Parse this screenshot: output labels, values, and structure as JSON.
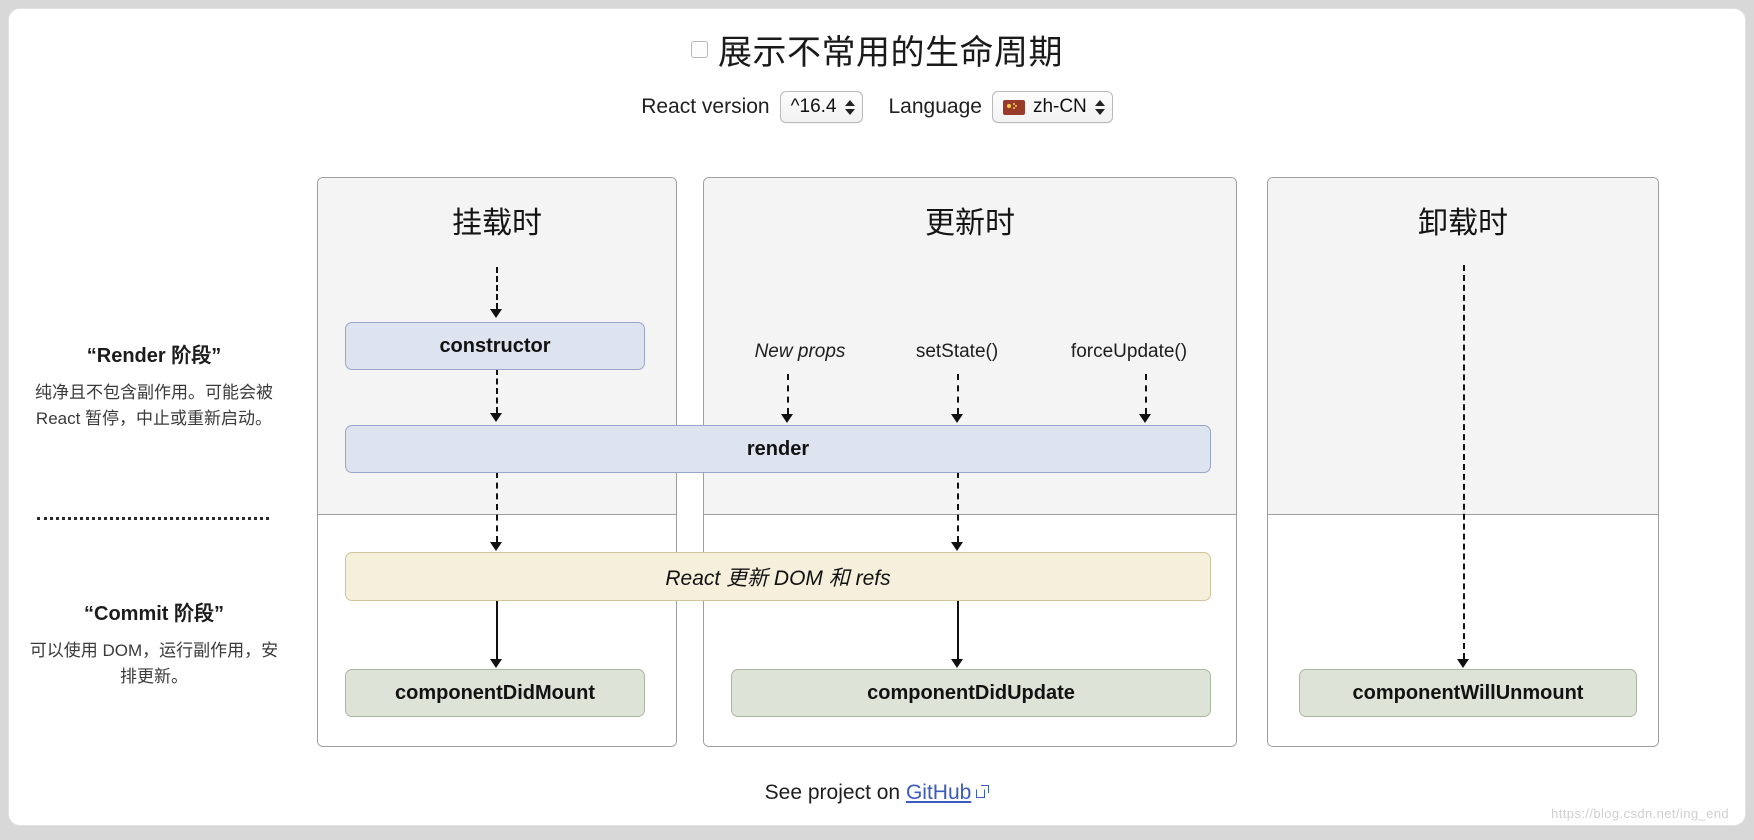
{
  "header": {
    "checkbox_label": "展示不常用的生命周期",
    "checkbox_checked": false,
    "react_version_label": "React version",
    "react_version_value": "^16.4",
    "language_label": "Language",
    "language_value": "zh-CN",
    "language_flag_icon": "cn-flag-icon"
  },
  "phases": [
    {
      "title": "“Render 阶段”",
      "description": "纯净且不包含副作用。可能会被 React 暂停，中止或重新启动。"
    },
    {
      "title": "“Commit 阶段”",
      "description": "可以使用 DOM，运行副作用，安排更新。"
    }
  ],
  "columns": [
    {
      "key": "mount",
      "heading": "挂载时"
    },
    {
      "key": "update",
      "heading": "更新时"
    },
    {
      "key": "unmount",
      "heading": "卸载时"
    }
  ],
  "triggers": [
    {
      "label": "New props",
      "italic": true
    },
    {
      "label": "setState()",
      "italic": false
    },
    {
      "label": "forceUpdate()",
      "italic": false
    }
  ],
  "nodes": {
    "constructor": "constructor",
    "render": "render",
    "commit_dom": "React 更新 DOM 和 refs",
    "did_mount": "componentDidMount",
    "did_update": "componentDidUpdate",
    "will_unmount": "componentWillUnmount"
  },
  "footer": {
    "text_before": "See project on",
    "link_label": "GitHub",
    "external_icon": "external-link-icon"
  },
  "watermark": "https://blog.csdn.net/ing_end",
  "colors": {
    "render_node": "#dee3f0",
    "commit_node": "#f5efdc",
    "lifecycle_node": "#dde3d7",
    "phase_bg": "#f4f4f4",
    "link": "#3b5bbd"
  }
}
